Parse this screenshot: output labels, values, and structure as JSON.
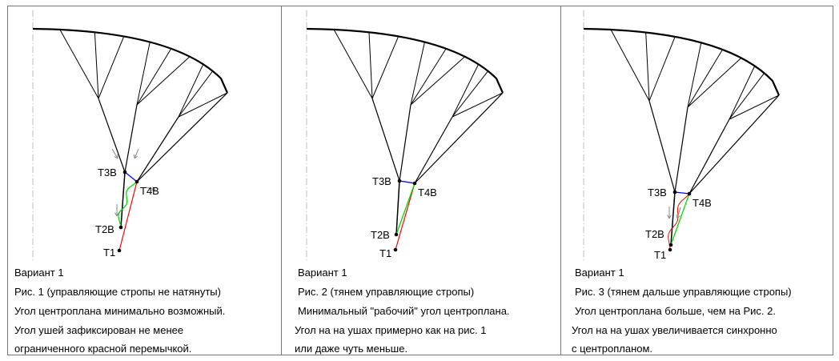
{
  "panels": [
    {
      "points": {
        "t3b": "T3B",
        "t4b": "T4B",
        "t2b": "T2B",
        "t1": "T1"
      },
      "caption": [
        "Вариант 1",
        "Рис. 1 (управляющие стропы  не натянуты)",
        "Угол центроплана минимально возможный.",
        "Угол ушей зафиксирован не менее",
        "ограниченного красной перемычкой."
      ]
    },
    {
      "points": {
        "t3b": "T3B",
        "t4b": "T4B",
        "t2b": "T2B",
        "t1": "T1"
      },
      "caption": [
        "Вариант 1",
        "Рис. 2 (тянем управляющие стропы)",
        "Минимальный \"рабочий\" угол центроплана.",
        "Угол на на ушах примерно как на рис. 1",
        "или даже чуть меньше."
      ]
    },
    {
      "points": {
        "t3b": "T3B",
        "t4b": "T4B",
        "t2b": "T2B",
        "t1": "T1"
      },
      "caption": [
        "Вариант 1",
        "Рис. 3 (тянем дальше управляющие стропы)",
        "Угол центроплана больше, чем на Рис. 2.",
        "Угол на на ушах увеличивается синхронно",
        "с центропланом."
      ]
    }
  ],
  "colors": {
    "jumper_blue": "#0000ff",
    "jumper_red": "#ff0000",
    "jumper_green": "#00dd00",
    "arrow": "#888888"
  }
}
